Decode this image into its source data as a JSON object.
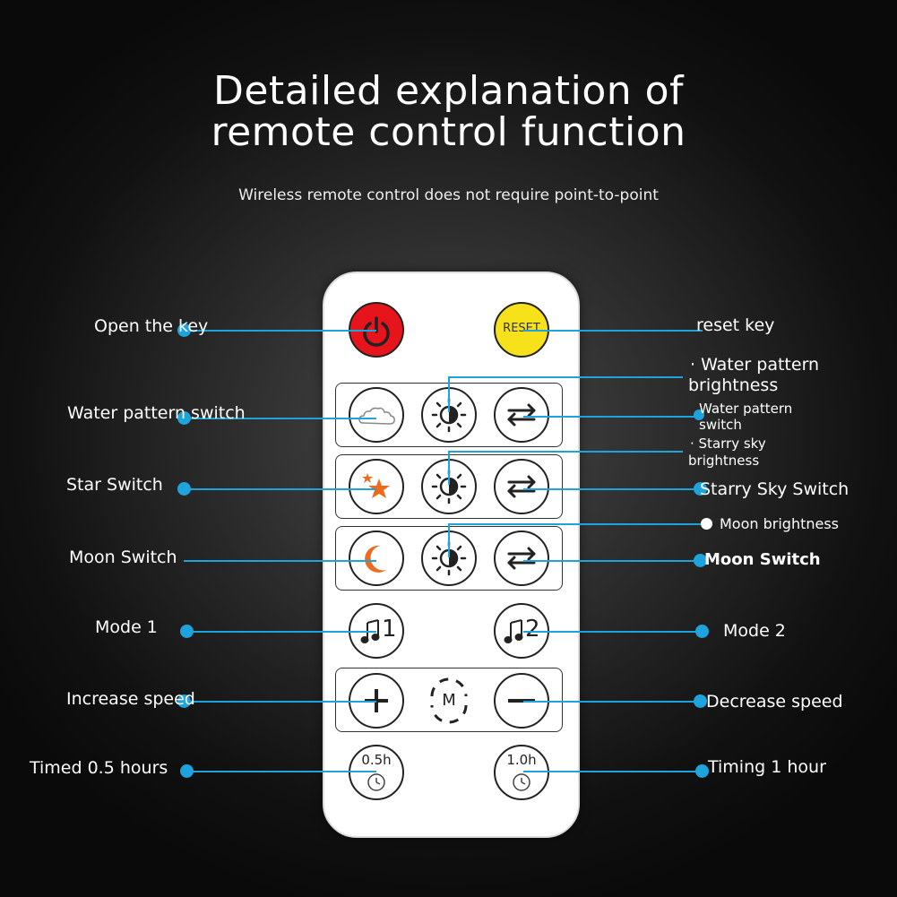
{
  "header": {
    "title_line1": "Detailed explanation of",
    "title_line2": "remote control function",
    "subtitle": "Wireless remote control does not require point-to-point"
  },
  "remote": {
    "reset_label": "RESET",
    "mode1_label": "1",
    "mode2_label": "2",
    "center_mode_label": "M",
    "timer1_label": "0.5h",
    "timer2_label": "1.0h"
  },
  "labels_left": {
    "open_key": "Open the key",
    "water_switch": "Water pattern switch",
    "star_switch": "Star Switch",
    "moon_switch": "Moon Switch",
    "mode1": "Mode 1",
    "increase_speed": "Increase speed",
    "timed_half": "Timed 0.5 hours"
  },
  "labels_right": {
    "reset_key": "reset key",
    "water_brightness_1": "· Water pattern",
    "water_brightness_2": "brightness",
    "water_pattern_switch_1": "Water pattern",
    "water_pattern_switch_2": "switch",
    "starry_brightness_1": "· Starry sky",
    "starry_brightness_2": "brightness",
    "starry_switch": "Starry Sky Switch",
    "moon_brightness": "Moon brightness",
    "moon_switch": "Moon Switch",
    "mode2": "Mode 2",
    "decrease_speed": "Decrease speed",
    "timing_hour": "Timing 1 hour"
  },
  "colors": {
    "accent": "#1ea3dc",
    "power_button": "#e8141b",
    "reset_button": "#f7e11a",
    "star_orange": "#f06a1e"
  }
}
